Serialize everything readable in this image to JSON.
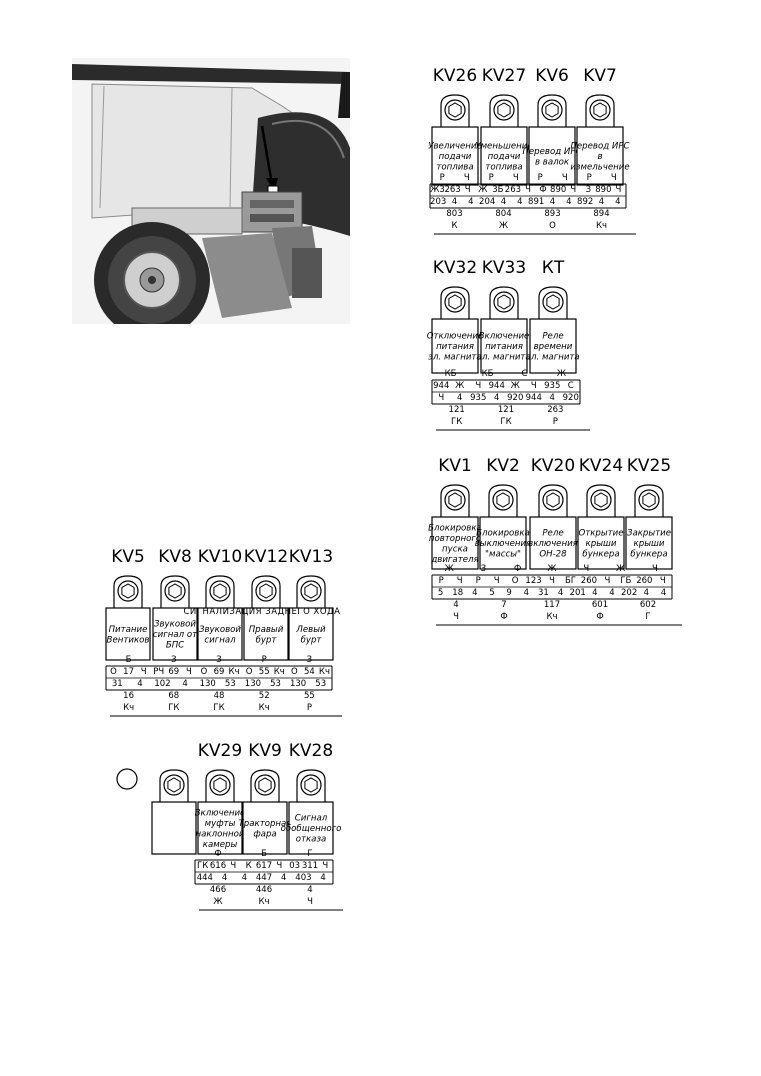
{
  "sectionA": {
    "relays": [
      {
        "name": "KV26",
        "caption": [
          "Увеличение",
          "подачи",
          "топлива"
        ]
      },
      {
        "name": "KV27",
        "caption": [
          "Уменьшение",
          "подачи",
          "топлива"
        ]
      },
      {
        "name": "KV6",
        "caption": [
          "Перевод ИРС",
          "в валок"
        ]
      },
      {
        "name": "KV7",
        "caption": [
          "Перевод ИРС",
          "в",
          "измельчение"
        ]
      }
    ],
    "pins": {
      "r1": [
        "Р",
        "Ч",
        "Р",
        "Ч",
        "Р",
        "Ч",
        "Р",
        "Ч"
      ],
      "r2": [
        "Ж3",
        "263",
        "Ч",
        "Ж",
        "3Б",
        "263",
        "Ч",
        "Ф",
        "890",
        "Ч",
        "З",
        "890",
        "Ч"
      ],
      "r3": [
        "203",
        "4",
        "4",
        "204",
        "4",
        "4",
        "891",
        "4",
        "4",
        "892",
        "4",
        "4"
      ],
      "r4": [
        "803",
        "804",
        "893",
        "894"
      ],
      "r5": [
        "К",
        "Ж",
        "О",
        "Кч"
      ]
    }
  },
  "sectionB": {
    "relays": [
      {
        "name": "KV32",
        "caption": [
          "Отключение",
          "питания",
          "эл. магнита"
        ]
      },
      {
        "name": "KV33",
        "caption": [
          "Включение",
          "питания",
          "эл. магнита"
        ]
      },
      {
        "name": "КТ",
        "caption": [
          "Реле",
          "времени",
          "эл. магнита"
        ]
      }
    ],
    "pins": {
      "r1": [
        "КБ",
        "КБ",
        "С",
        "Ж"
      ],
      "r2": [
        "944",
        "Ж",
        "Ч",
        "944",
        "Ж",
        "Ч",
        "935",
        "С"
      ],
      "r3": [
        "Ч",
        "4",
        "935",
        "4",
        "920",
        "944",
        "4",
        "920"
      ],
      "r4": [
        "121",
        "121",
        "263"
      ],
      "r5": [
        "ГК",
        "ГК",
        "Р"
      ]
    }
  },
  "sectionC": {
    "relays": [
      {
        "name": "KV5",
        "caption": [
          "Питание",
          "Вентиков"
        ]
      },
      {
        "name": "KV8",
        "caption": [
          "Звуковой",
          "сигнал от",
          "БПС"
        ]
      },
      {
        "name": "KV10",
        "caption": [
          "Звуковой",
          "сигнал"
        ]
      },
      {
        "name": "KV12",
        "caption": [
          "Правый",
          "бурт"
        ]
      },
      {
        "name": "KV13",
        "caption": [
          "Левый",
          "бурт"
        ]
      }
    ],
    "banner": "СИГНАЛИЗАЦИЯ ЗАДНЕГО ХОДА",
    "pins": {
      "r1": [
        "Б",
        "З",
        "З",
        "Р",
        "З"
      ],
      "r2": [
        "О",
        "17",
        "Ч",
        "РЧ",
        "69",
        "Ч",
        "О",
        "69",
        "Кч",
        "О",
        "55",
        "Кч",
        "О",
        "54",
        "Кч"
      ],
      "r3": [
        "31",
        "4",
        "102",
        "4",
        "130",
        "53",
        "130",
        "53",
        "130",
        "53"
      ],
      "r4": [
        "16",
        "68",
        "48",
        "52",
        "55"
      ],
      "r5": [
        "Кч",
        "ГК",
        "ГК",
        "Кч",
        "Р"
      ]
    }
  },
  "sectionD": {
    "relays": [
      {
        "name": "",
        "caption": []
      },
      {
        "name": "KV29",
        "caption": [
          "Включение",
          "муфты",
          "наклонной",
          "камеры"
        ]
      },
      {
        "name": "KV9",
        "caption": [
          "Тракторная",
          "фара"
        ]
      },
      {
        "name": "KV28",
        "caption": [
          "Сигнал",
          "обобщенного",
          "отказа"
        ]
      }
    ],
    "pins": {
      "r1": [
        "Ф",
        "Б",
        "Г"
      ],
      "r2": [
        "ГК",
        "616",
        "Ч",
        "К",
        "617",
        "Ч",
        "03",
        "311",
        "Ч"
      ],
      "r3": [
        "444",
        "4",
        "4",
        "447",
        "4",
        "403",
        "4"
      ],
      "r4": [
        "466",
        "446",
        "4"
      ],
      "r5": [
        "Ж",
        "Кч",
        "Ч"
      ]
    }
  },
  "sectionE": {
    "relays": [
      {
        "name": "KV1",
        "caption": [
          "Блокировка",
          "повторного",
          "пуска",
          "двигателя"
        ]
      },
      {
        "name": "KV2",
        "caption": [
          "Блокировка",
          "выключения",
          "\"массы\""
        ]
      },
      {
        "name": "KV20",
        "caption": [
          "Реле",
          "включения",
          "ОН-28"
        ]
      },
      {
        "name": "KV24",
        "caption": [
          "Открытие",
          "крыши",
          "бункера"
        ]
      },
      {
        "name": "KV25",
        "caption": [
          "Закрытие",
          "крыши",
          "бункера"
        ]
      }
    ],
    "pins": {
      "r1": [
        "Ж",
        "З",
        "Ф",
        "Ж",
        "Ч",
        "Ж",
        "Ч"
      ],
      "r2": [
        "Р",
        "Ч",
        "Р",
        "Ч",
        "О",
        "123",
        "Ч",
        "БГ",
        "260",
        "Ч",
        "ГБ",
        "260",
        "Ч"
      ],
      "r3": [
        "5",
        "18",
        "4",
        "5",
        "9",
        "4",
        "31",
        "4",
        "201",
        "4",
        "4",
        "202",
        "4",
        "4"
      ],
      "r4": [
        "4",
        "7",
        "117",
        "601",
        "602"
      ],
      "r5": [
        "Ч",
        "Ф",
        "Кч",
        "Ф",
        "Г"
      ]
    }
  }
}
